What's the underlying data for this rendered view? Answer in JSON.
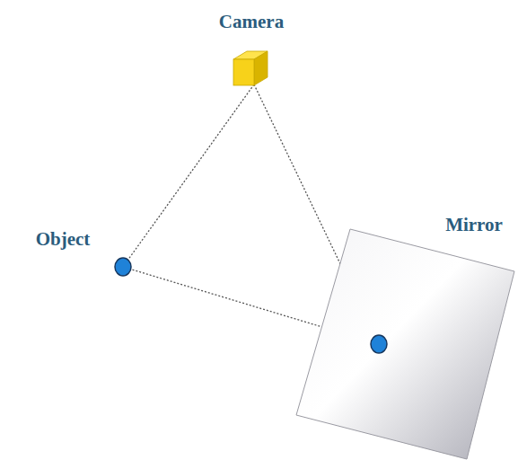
{
  "diagram": {
    "nodes": [
      {
        "text": [
          "Camera"
        ]
      },
      {
        "text": [
          "Object"
        ]
      },
      {
        "text": [
          "Mirror"
        ]
      }
    ],
    "edges": [
      {
        "from": 0,
        "to": 1,
        "arrow": "none"
      },
      {
        "from": 0,
        "to": 2,
        "arrow": "none"
      },
      {
        "from": 1,
        "to": 2,
        "arrow": "none"
      }
    ]
  }
}
